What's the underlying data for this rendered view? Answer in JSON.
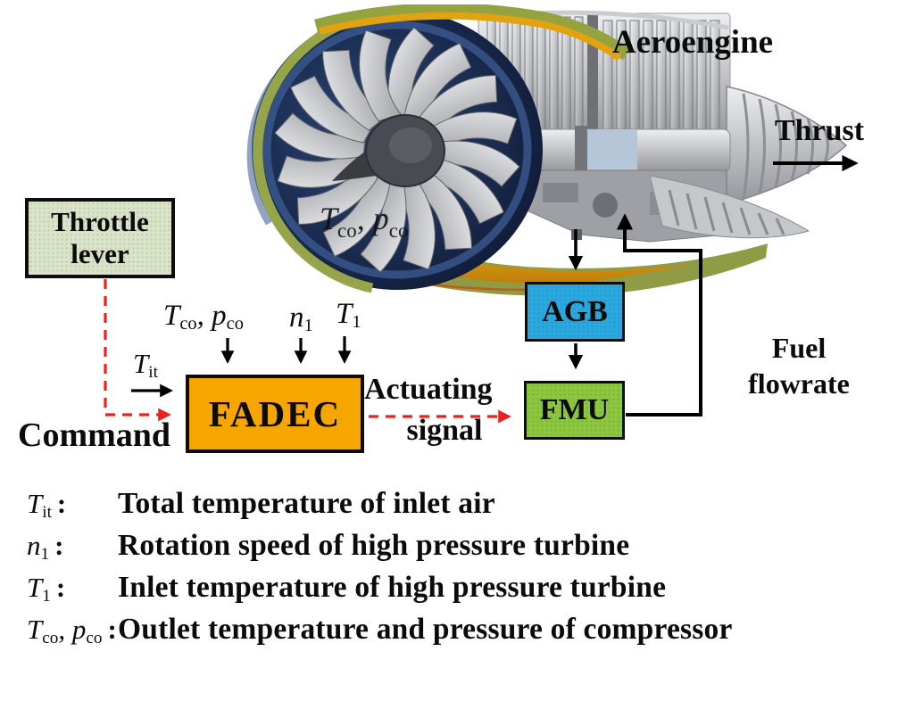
{
  "engine": {
    "title": "Aeroengine",
    "thrust_label": "Thrust",
    "fuel_flowrate_line1": "Fuel",
    "fuel_flowrate_line2": "flowrate",
    "overlay_label": {
      "m1": "T",
      "s1": "co",
      "m2": ", p",
      "s2": "co"
    }
  },
  "blocks": {
    "throttle": {
      "line1": "Throttle",
      "line2": "lever",
      "fill": "#d9e4c8"
    },
    "fadec": {
      "label": "FADEC",
      "fill": "#f7a600"
    },
    "agb": {
      "label": "AGB",
      "fill": "#2aa9e0"
    },
    "fmu": {
      "label": "FMU",
      "fill": "#8dc63f"
    }
  },
  "signals": {
    "command_label": "Command",
    "actuating_line1": "Actuating",
    "actuating_line2": "signal",
    "inputs": {
      "tco_pco": {
        "m1": "T",
        "s1": "co",
        "m2": ", p",
        "s2": "co"
      },
      "n1": {
        "m1": "n",
        "s1": "1",
        "m2": "",
        "s2": ""
      },
      "t1": {
        "m1": "T",
        "s1": "1",
        "m2": "",
        "s2": ""
      },
      "tit": {
        "m1": "T",
        "s1": "it",
        "m2": "",
        "s2": ""
      }
    }
  },
  "colors": {
    "dashed_arrow": "#e8231f",
    "solid_arrow": "#000000",
    "box_border": "#0d0d0d"
  },
  "legend": {
    "rows": [
      {
        "sym": {
          "m1": "T",
          "s1": "it",
          "m2": "",
          "s2": ""
        },
        "colon": ":",
        "desc": "Total temperature of inlet air"
      },
      {
        "sym": {
          "m1": "n",
          "s1": "1",
          "m2": "",
          "s2": ""
        },
        "colon": ":",
        "desc": "Rotation speed of high pressure turbine"
      },
      {
        "sym": {
          "m1": "T",
          "s1": "1",
          "m2": "",
          "s2": ""
        },
        "colon": ":",
        "desc": "Inlet temperature of high pressure turbine"
      },
      {
        "sym": {
          "m1": "T",
          "s1": "co",
          "m2": ", p",
          "s2": "co"
        },
        "colon": ":",
        "desc": "Outlet temperature and pressure of compressor"
      }
    ]
  }
}
